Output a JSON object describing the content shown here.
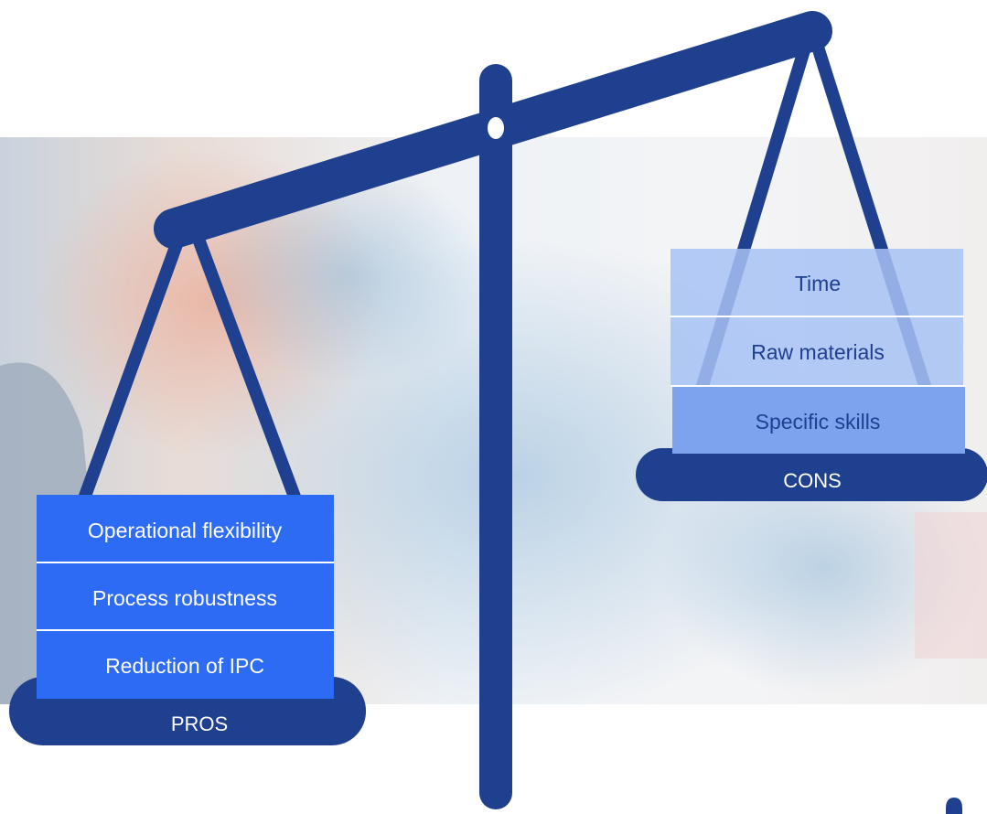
{
  "colors": {
    "scale": "#1f3f8f",
    "pros_box": "#2e6bf5",
    "cons_box_light": "#a7c2f5",
    "cons_box_mid": "#7da3ef",
    "cons_text": "#1f3f8f",
    "white_text": "#ffffff",
    "background_photo": "#dfe6ee"
  },
  "pros": {
    "title": "PROS",
    "items": [
      "Operational flexibility",
      "Process robustness",
      "Reduction of IPC"
    ]
  },
  "cons": {
    "title": "CONS",
    "items": [
      "Time",
      "Raw materials",
      "Specific skills"
    ]
  }
}
